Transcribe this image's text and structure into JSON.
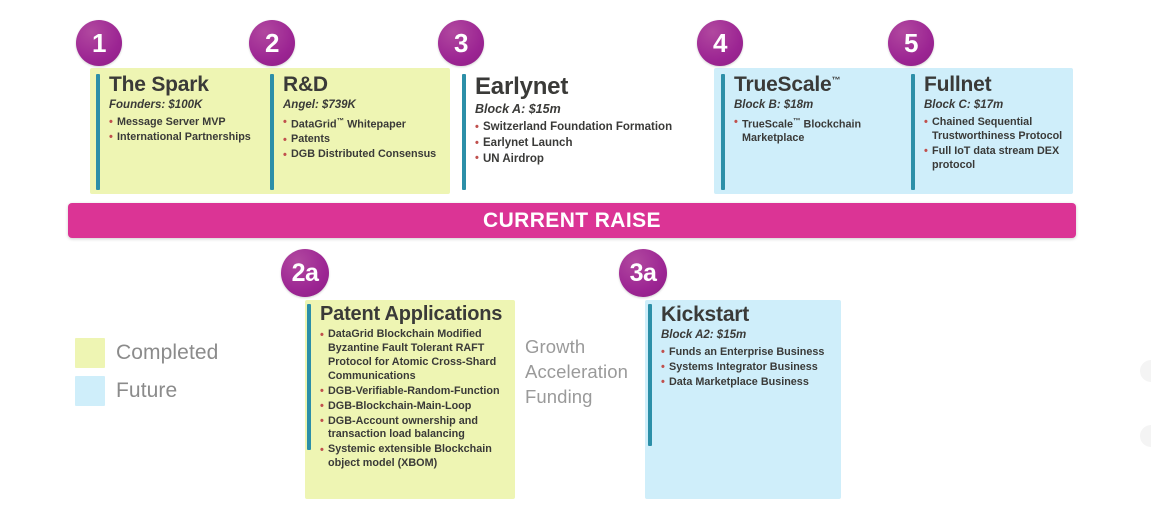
{
  "banner": {
    "label": "CURRENT RAISE"
  },
  "legend": {
    "items": [
      {
        "label": "Completed",
        "color": "#eef5b3"
      },
      {
        "label": "Future",
        "color": "#cfeefa"
      }
    ]
  },
  "note": {
    "line1": "Growth",
    "line2": "Acceleration",
    "line3": "Funding"
  },
  "phases": [
    {
      "marker": "1",
      "title": "The Spark",
      "title_tm": "",
      "funding": "Founders: $100K",
      "status": "Completed",
      "items": [
        "Message Server MVP",
        "International Partnerships"
      ]
    },
    {
      "marker": "2",
      "title": "R&D",
      "title_tm": "",
      "funding": "Angel: $739K",
      "status": "Completed",
      "items": [
        "DataGrid™ Whitepaper",
        "Patents",
        "DGB Distributed Consensus"
      ]
    },
    {
      "marker": "3",
      "title": "Earlynet",
      "title_tm": "",
      "funding": "Block A: $15m",
      "status": "Current",
      "items": [
        "Switzerland Foundation Formation",
        "Earlynet Launch",
        "UN Airdrop"
      ]
    },
    {
      "marker": "4",
      "title": "TrueScale",
      "title_tm": "™",
      "funding": "Block B: $18m",
      "status": "Future",
      "items": [
        "TrueScale™ Blockchain Marketplace"
      ]
    },
    {
      "marker": "5",
      "title": "Fullnet",
      "title_tm": "",
      "funding": "Block C: $17m",
      "status": "Future",
      "items": [
        "Chained Sequential Trustworthiness Protocol",
        "Full IoT data stream DEX protocol"
      ]
    }
  ],
  "subphases": [
    {
      "marker": "2a",
      "title": "Patent Applications",
      "funding": "",
      "status": "Completed",
      "items": [
        "DataGrid Blockchain Modified Byzantine Fault Tolerant RAFT Protocol for Atomic Cross-Shard Communications",
        "DGB-Verifiable-Random-Function",
        "DGB-Blockchain-Main-Loop",
        "DGB-Account ownership and transaction load balancing",
        "Systemic extensible Blockchain object model (XBOM)"
      ]
    },
    {
      "marker": "3a",
      "title": "Kickstart",
      "funding": "Block A2: $15m",
      "status": "Future",
      "items": [
        "Funds an Enterprise Business",
        "Systems Integrator Business",
        "Data Marketplace Business"
      ]
    }
  ],
  "colors": {
    "completed": "#eef5b3",
    "future": "#cfeefa",
    "marker": "#9c2593",
    "banner": "#db3495",
    "accent": "#2c8fa8",
    "bullet": "#c0504d",
    "text": "#3a3a38",
    "muted": "#9a9a9a"
  }
}
